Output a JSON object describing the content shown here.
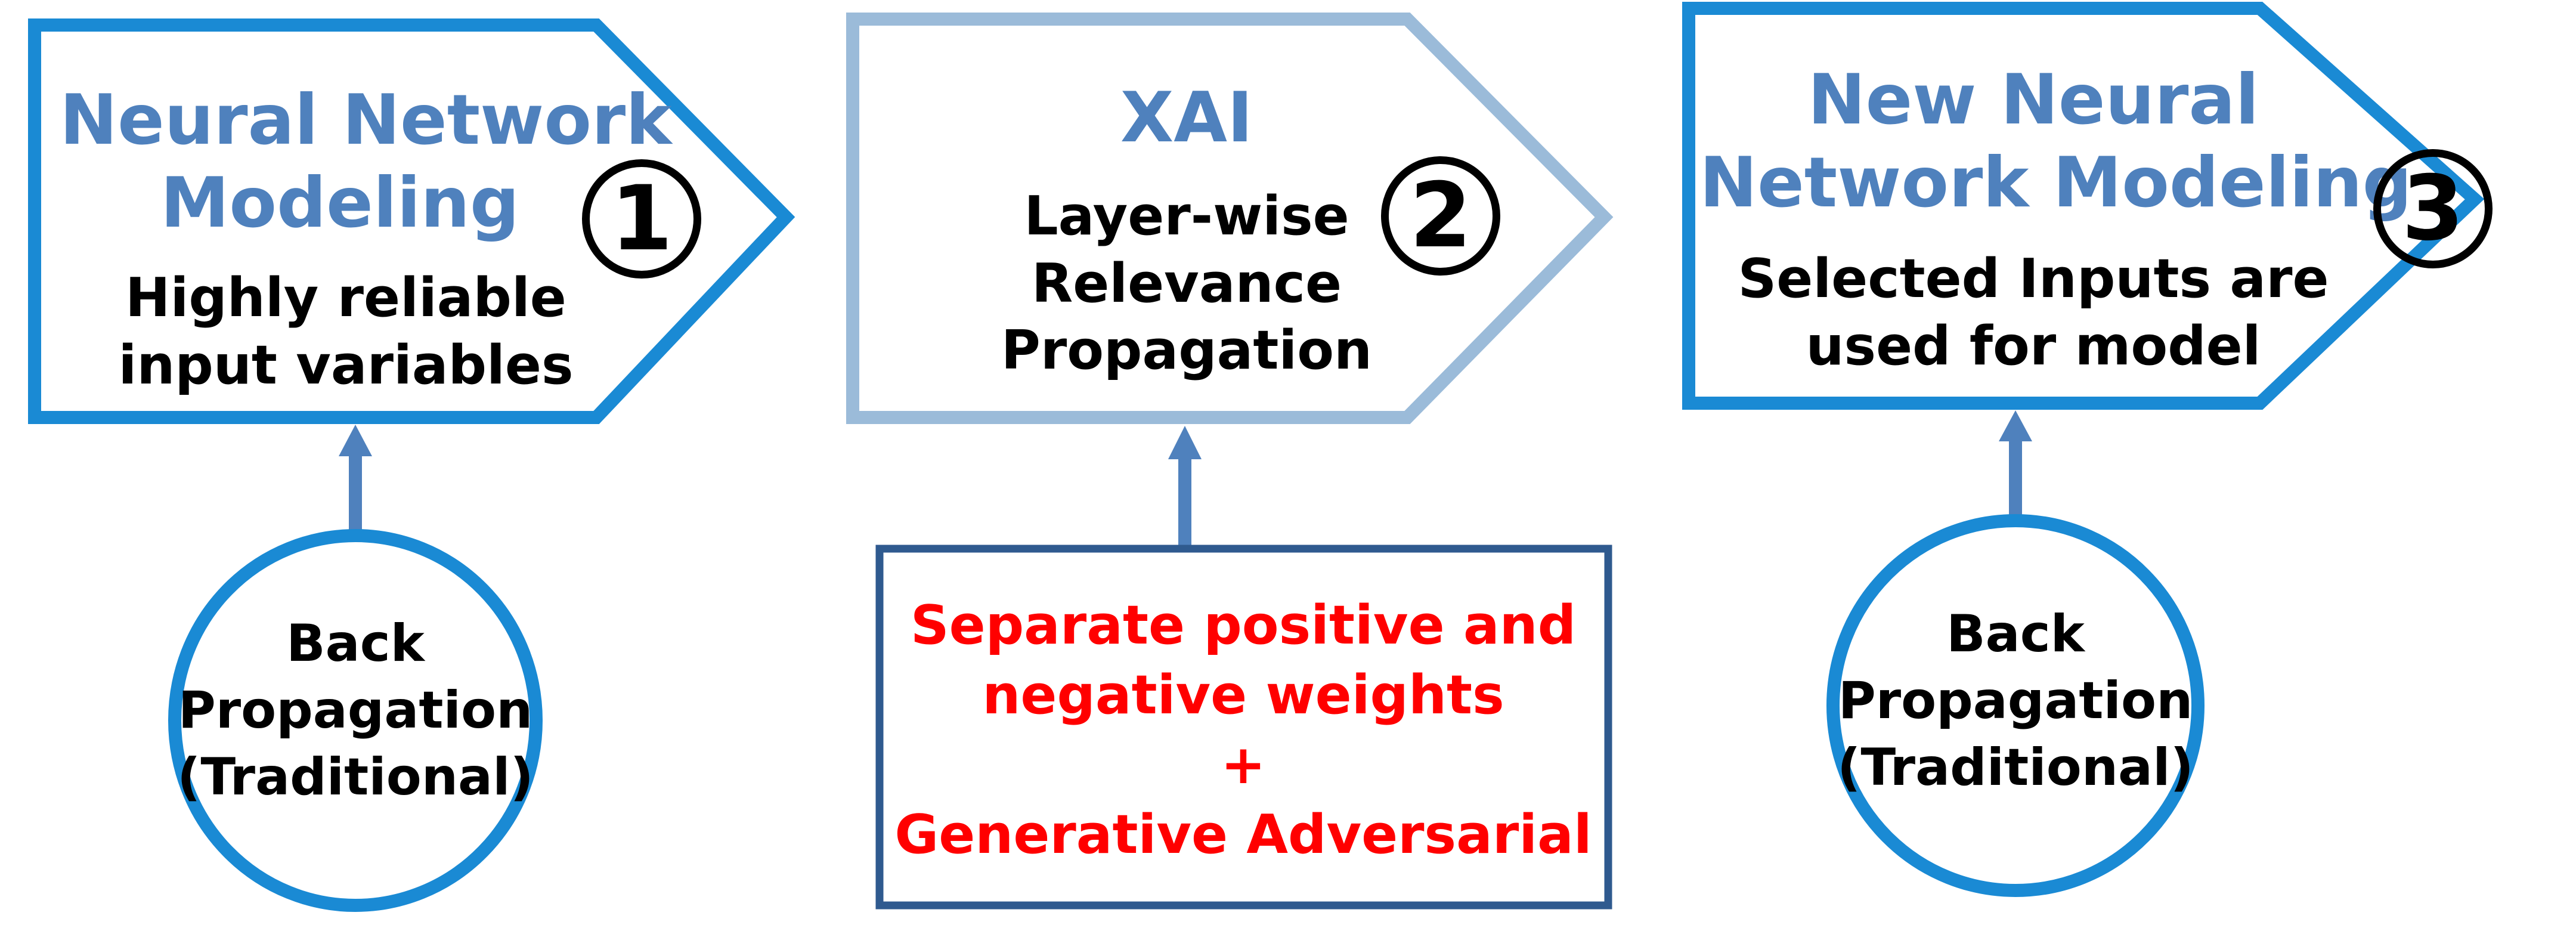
{
  "colors": {
    "box_border_dark": "#1a8ad4",
    "box_border_light": "#9bbbd9",
    "arrow": "#4f81bd",
    "title_text": "#4f81bd",
    "red_text": "#ff0000",
    "rect_border": "#2f5a8f"
  },
  "step1": {
    "title_line1": "Neural Network",
    "title_line2": "Modeling",
    "number": "1",
    "body_line1": "Highly reliable",
    "body_line2": "input variables"
  },
  "step2": {
    "title": "XAI",
    "number": "2",
    "body_line1": "Layer-wise",
    "body_line2": "Relevance",
    "body_line3": "Propagation"
  },
  "step3": {
    "title_line1": "New Neural",
    "title_line2": "Network Modeling",
    "number": "3",
    "body_line1": "Selected Inputs are",
    "body_line2": "used for model"
  },
  "input1": {
    "line1": "Back",
    "line2": "Propagation",
    "line3": "(Traditional)"
  },
  "input2": {
    "line1": "Separate positive and",
    "line2": "negative weights",
    "line3": "+",
    "line4": "Generative Adversarial"
  },
  "input3": {
    "line1": "Back",
    "line2": "Propagation",
    "line3": "(Traditional)"
  }
}
